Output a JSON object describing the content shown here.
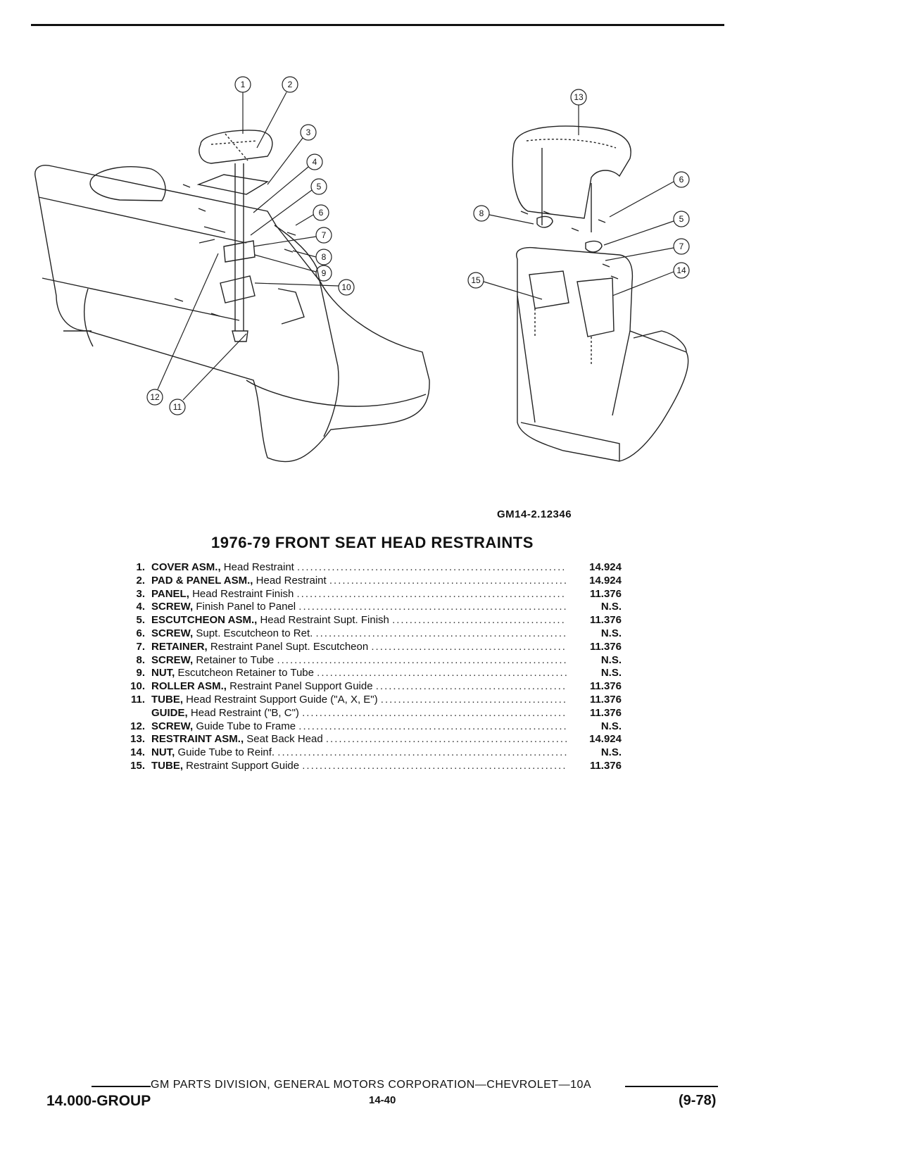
{
  "figure": {
    "id": "GM14-2.12346",
    "callouts": [
      "1",
      "2",
      "3",
      "4",
      "5",
      "6",
      "7",
      "8",
      "9",
      "10",
      "11",
      "12",
      "13",
      "6",
      "8",
      "5",
      "7",
      "14",
      "15"
    ]
  },
  "title": "1976-79 FRONT SEAT HEAD RESTRAINTS",
  "parts": [
    {
      "num": "1.",
      "name": "COVER ASM.,",
      "desc": "Head Restraint",
      "code": "14.924"
    },
    {
      "num": "2.",
      "name": "PAD & PANEL ASM.,",
      "desc": "Head Restraint",
      "code": "14.924"
    },
    {
      "num": "3.",
      "name": "PANEL,",
      "desc": "Head Restraint Finish",
      "code": "11.376"
    },
    {
      "num": "4.",
      "name": "SCREW,",
      "desc": "Finish Panel to Panel",
      "code": "N.S."
    },
    {
      "num": "5.",
      "name": "ESCUTCHEON ASM.,",
      "desc": "Head Restraint Supt. Finish",
      "code": "11.376"
    },
    {
      "num": "6.",
      "name": "SCREW,",
      "desc": "Supt. Escutcheon to Ret.",
      "code": "N.S."
    },
    {
      "num": "7.",
      "name": "RETAINER,",
      "desc": "Restraint Panel Supt. Escutcheon",
      "code": "11.376"
    },
    {
      "num": "8.",
      "name": "SCREW,",
      "desc": "Retainer to Tube",
      "code": "N.S."
    },
    {
      "num": "9.",
      "name": "NUT,",
      "desc": "Escutcheon Retainer to Tube",
      "code": "N.S."
    },
    {
      "num": "10.",
      "name": "ROLLER ASM.,",
      "desc": "Restraint Panel Support Guide",
      "code": "11.376"
    },
    {
      "num": "11.",
      "name": "TUBE,",
      "desc": "Head Restraint Support Guide (\"A, X, E\")",
      "code": "11.376"
    },
    {
      "num": "",
      "name": "GUIDE,",
      "desc": "Head Restraint (\"B, C\")",
      "code": "11.376"
    },
    {
      "num": "12.",
      "name": "SCREW,",
      "desc": "Guide Tube to Frame",
      "code": "N.S."
    },
    {
      "num": "13.",
      "name": "RESTRAINT ASM.,",
      "desc": "Seat Back Head",
      "code": "14.924"
    },
    {
      "num": "14.",
      "name": "NUT,",
      "desc": "Guide Tube to Reinf.",
      "code": "N.S."
    },
    {
      "num": "15.",
      "name": "TUBE,",
      "desc": "Restraint Support Guide",
      "code": "11.376"
    }
  ],
  "footer": {
    "credit": "GM PARTS DIVISION, GENERAL MOTORS CORPORATION—CHEVROLET—10A",
    "group": "14.000-GROUP",
    "page": "14-40",
    "date": "(9-78)"
  }
}
